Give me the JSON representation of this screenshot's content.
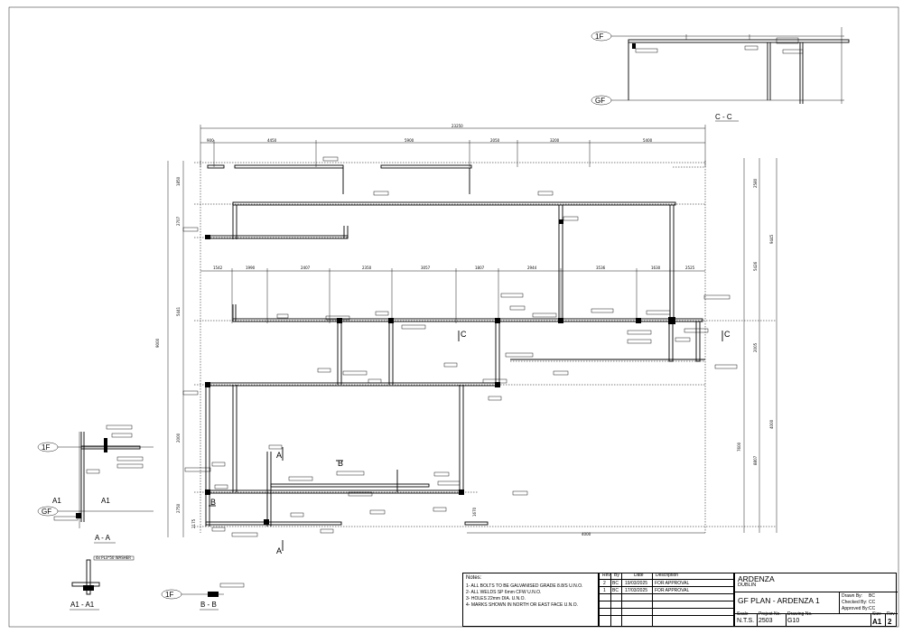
{
  "views": {
    "section_aa": "A - A",
    "section_a1a1": "A1 - A1",
    "section_bb": "B - B",
    "section_cc": "C - C",
    "level_1f": "1F",
    "level_gf": "GF",
    "mark_a": "A",
    "mark_b": "B",
    "mark_c": "C",
    "mark_a1": "A1"
  },
  "plan_dims": {
    "overall": "23250",
    "top_row": [
      "900",
      "4450",
      "5900",
      "2050",
      "3200",
      "5400"
    ],
    "mid_row": [
      "1542",
      "1990",
      "2407",
      "2350",
      "3057",
      "1807",
      "2944",
      "3536",
      "1630",
      "2525"
    ],
    "left_side": [
      "1850",
      "2707",
      "5441",
      "9000",
      "2000",
      "2750"
    ],
    "right_side": [
      "2580",
      "5426",
      "9445",
      "2005",
      "4000",
      "7600",
      "8807"
    ],
    "bottom": [
      "4000",
      "1670",
      "2175"
    ]
  },
  "notes": {
    "title": "Notes:",
    "items": [
      "1- ALL BOLTS TO BE GALVANISED GRADE 8.8/S U.N.O.",
      "2- ALL WELDS SP 6mm CFW U.N.O.",
      "3- HOLES 22mm DIA. U.N.O.",
      "4- MARKS SHOWN IN NORTH OR EAST FACE U.N.O."
    ]
  },
  "revisions": {
    "headers": [
      "Rev",
      "By",
      "Date",
      "Description"
    ],
    "rows": [
      [
        "2",
        "BC",
        "19/03/2025",
        "FOR APPROVAL"
      ],
      [
        "1",
        "BC",
        "17/03/2025",
        "FOR APPROVAL"
      ]
    ]
  },
  "title_block": {
    "project": "ARDENZA",
    "location": "DUBLIN",
    "drawing_title": "GF PLAN - ARDENZA 1",
    "drawn_by_label": "Drawn By:",
    "drawn_by": "BC",
    "checked_by_label": "Checked By:",
    "checked_by": "CC",
    "approved_by_label": "Approved By:",
    "approved_by": "CC",
    "scale_label": "Scale",
    "scale": "N.T.S.",
    "project_no_label": "Project No.",
    "project_no": "2503",
    "drawing_no_label": "Drawing No.",
    "drawing_no": "G10",
    "size_label": "Size",
    "size": "A1",
    "rev_label": "Rev",
    "rev": "2"
  },
  "bolt_note": "4x PL3*50 WASHER"
}
